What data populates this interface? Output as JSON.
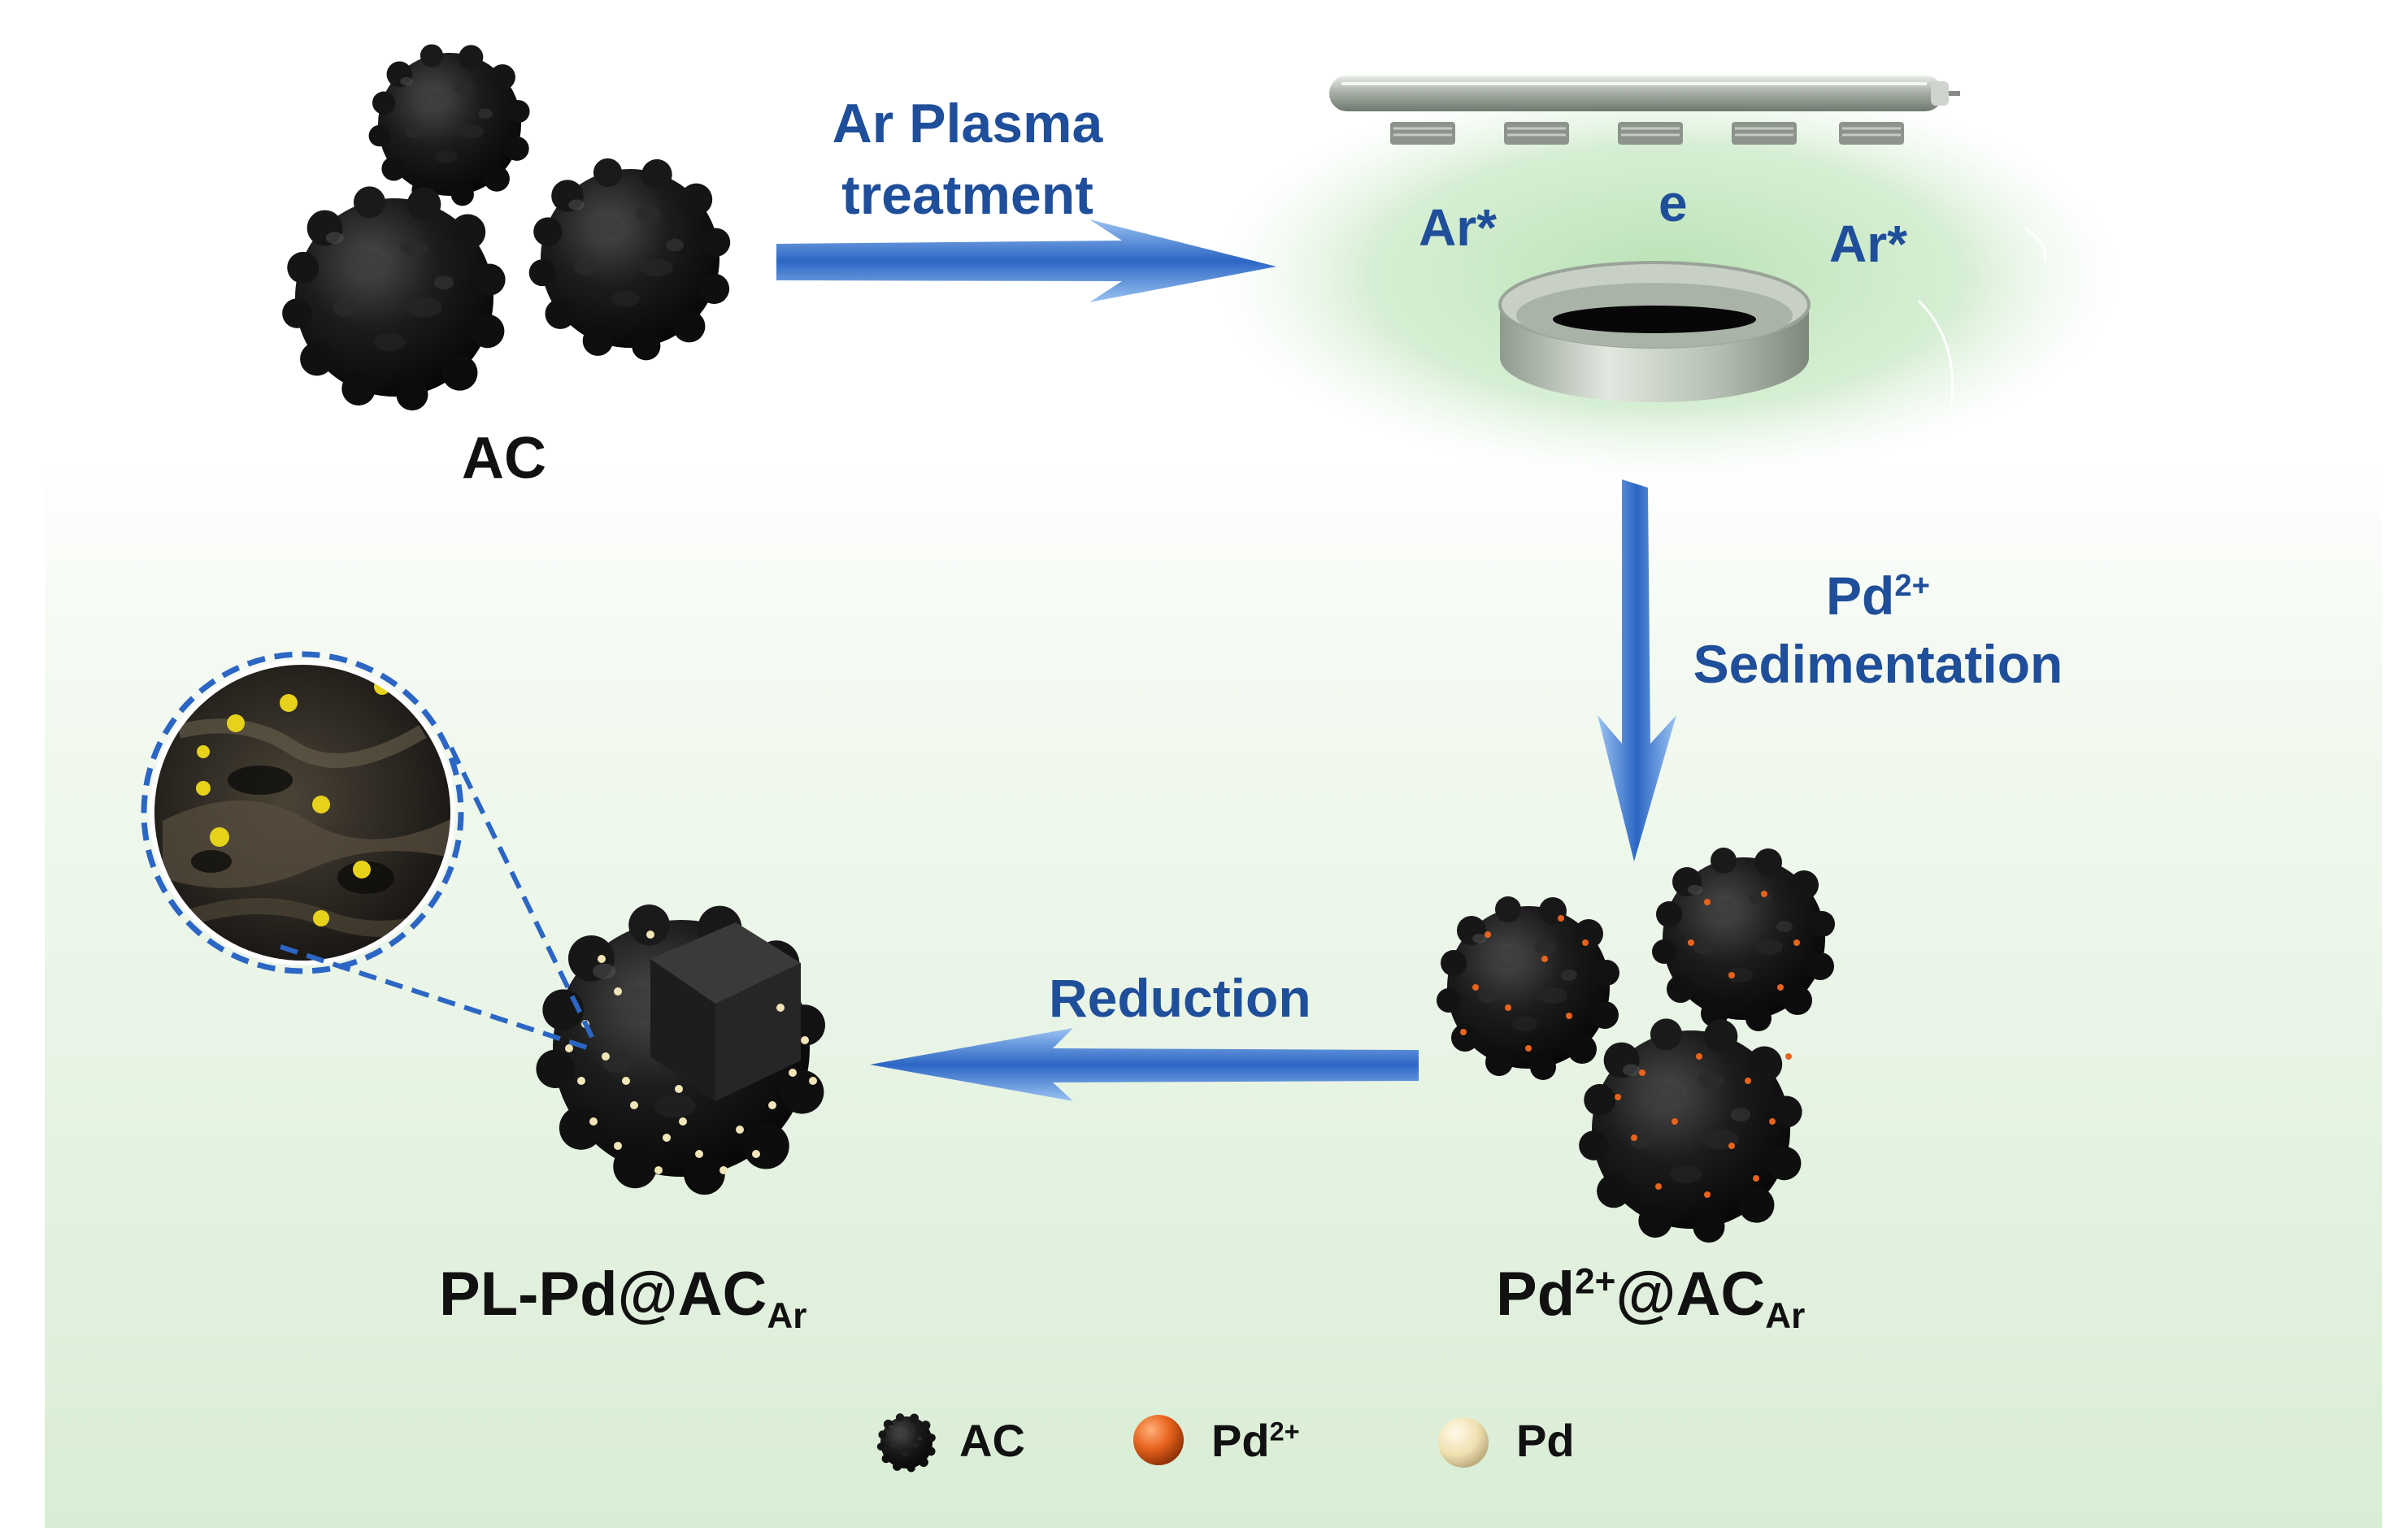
{
  "labels": {
    "ac_top": "AC",
    "step1_line1": "Ar Plasma",
    "step1_line2": "treatment",
    "ar_left": "Ar*",
    "electron": "e",
    "ar_right": "Ar*",
    "step2_line1_main": "Pd",
    "step2_line1_sup": "2+",
    "step2_line2": "Sedimentation",
    "step3": "Reduction",
    "product_right_main": "Pd",
    "product_right_sup": "2+",
    "product_right_at": "@AC",
    "product_right_sub": "Ar",
    "product_left_main": "PL-Pd@AC",
    "product_left_sub": "Ar"
  },
  "legend": [
    {
      "key": "ac",
      "label": "AC",
      "sup": ""
    },
    {
      "key": "pd2",
      "label": "Pd",
      "sup": "2+"
    },
    {
      "key": "pd",
      "label": "Pd",
      "sup": ""
    }
  ],
  "colors": {
    "label_blue": "#1f4e9a",
    "arrow_blue": "#2c66c4",
    "bg_green": "#ddefd9",
    "carbon": "#141414",
    "pd2_orange": "#e8641e",
    "pd_cream": "#f2e6b8",
    "zoom_yellow": "#e6d21a"
  }
}
